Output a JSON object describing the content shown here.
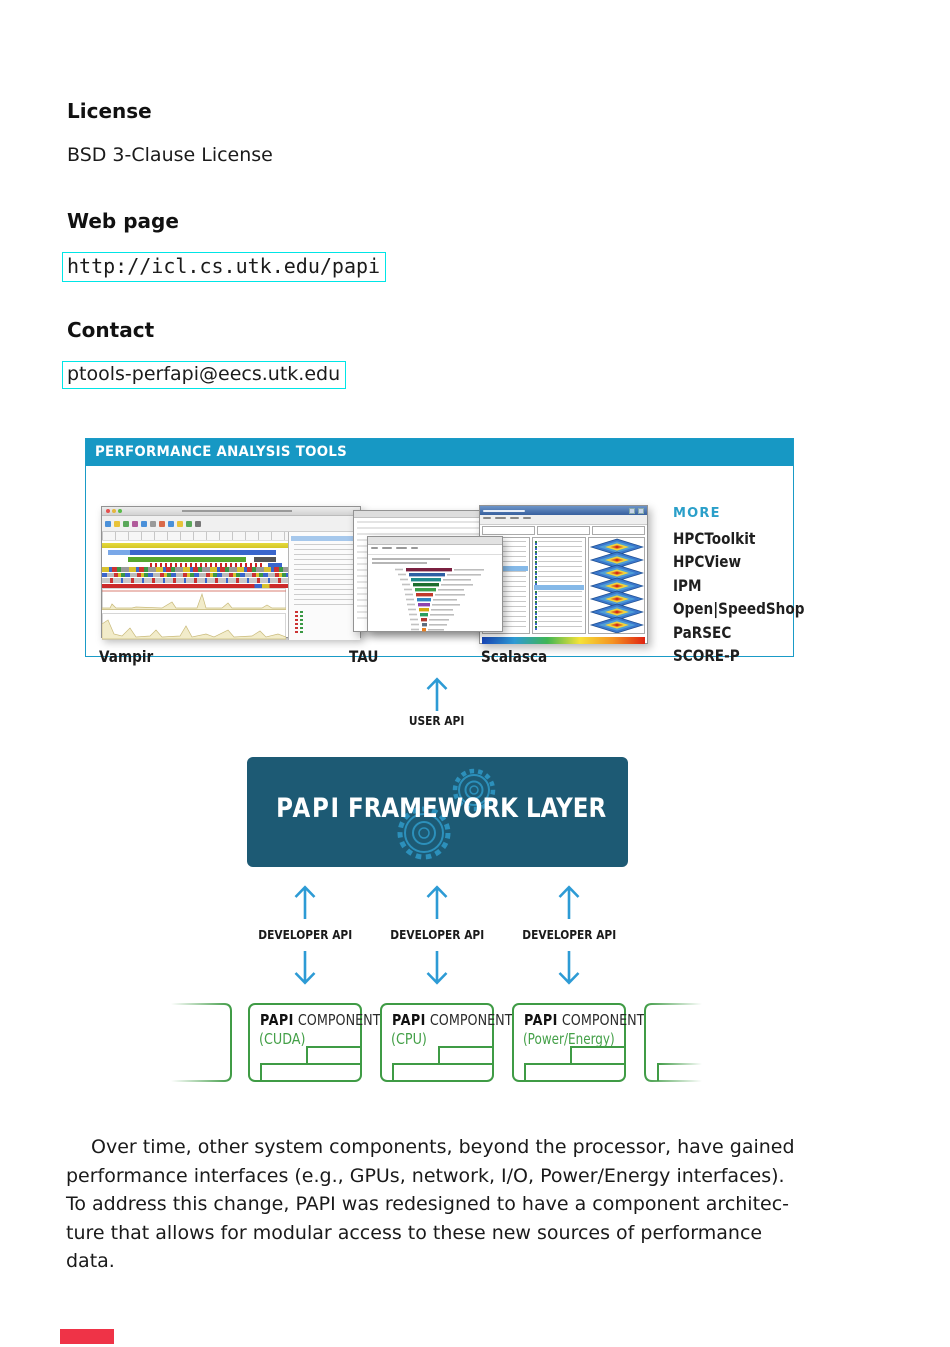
{
  "doc": {
    "license_heading": "License",
    "license_text": "BSD 3-Clause License",
    "webpage_heading": "Web page",
    "webpage_url": "http://icl.cs.utk.edu/papi",
    "contact_heading": "Contact",
    "contact_email": "ptools-perfapi@eecs.utk.edu",
    "paragraph_lines": [
      "Over time, other system components, beyond the processor, have gained",
      "performance interfaces (e.g., GPUs, network, I/O, Power/Energy interfaces).",
      "To address this change, PAPI was redesigned to have a component architec-",
      "ture that allows for modular access to these new sources of performance",
      "data."
    ]
  },
  "diagram": {
    "tools_header": "PERFORMANCE ANALYSIS TOOLS",
    "screenshot_labels": [
      "Vampir",
      "TAU",
      "Scalasca"
    ],
    "more_heading": "MORE",
    "more_items": [
      "HPCToolkit",
      "HPCView",
      "IPM",
      "Open|SpeedShop",
      "PaRSEC",
      "SCORE-P"
    ],
    "user_api_label": "USER API",
    "framework_brand": "PAPI",
    "framework_rest": "FRAMEWORK LAYER",
    "developer_api_label": "DEVELOPER API",
    "components": [
      {
        "brand": "PAPI",
        "type": "COMPONENT",
        "name": "(CUDA)"
      },
      {
        "brand": "PAPI",
        "type": "COMPONENT",
        "name": "(CPU)"
      },
      {
        "brand": "PAPI",
        "type": "COMPONENT",
        "name": "(Power/Energy)"
      }
    ],
    "colors": {
      "header_teal": "#1798c4",
      "panel_border": "#1a9bc7",
      "framework_bg": "#1d5a74",
      "arrow_blue": "#2d9bd5",
      "component_green": "#3f9b45",
      "link_box_cyan": "#00e5e6",
      "more_heading_teal": "#2a9fc9",
      "red_marker": "#ef3347"
    }
  }
}
